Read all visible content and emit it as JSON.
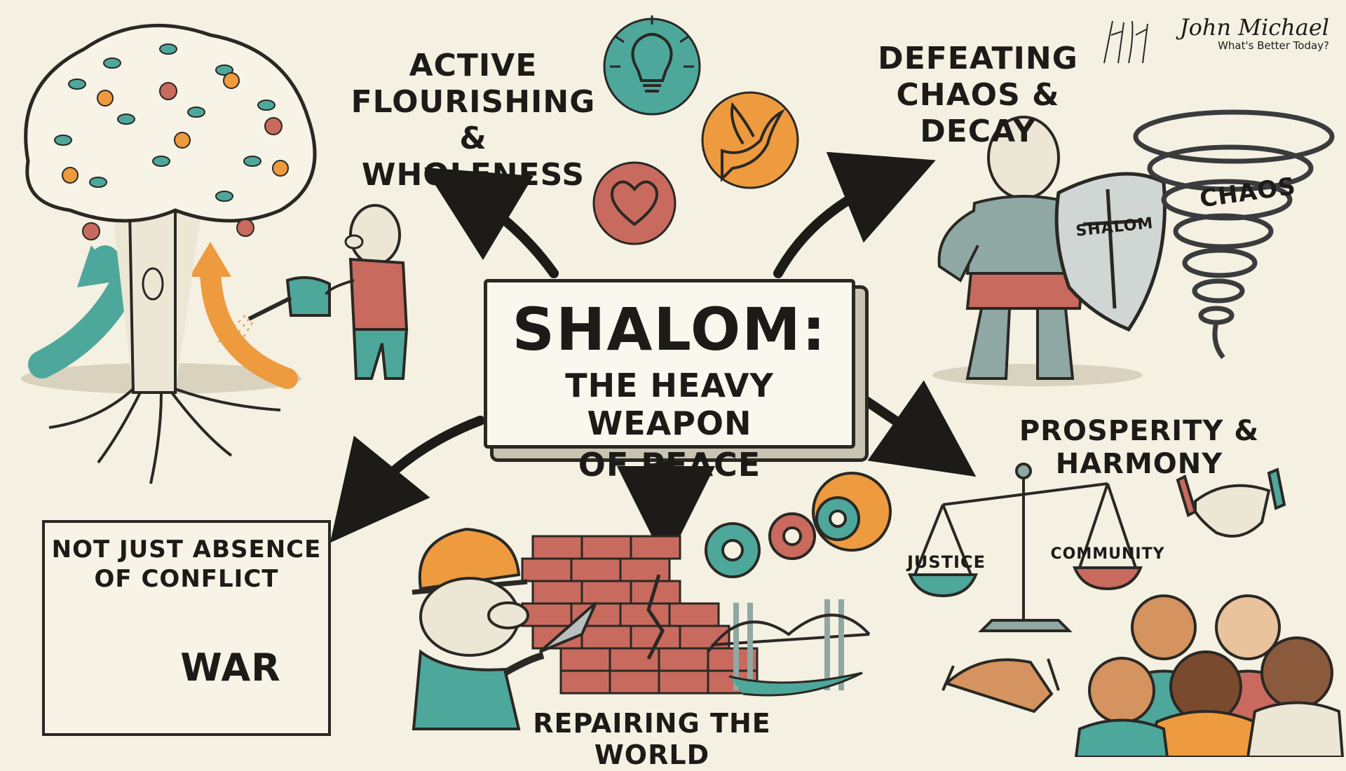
{
  "title": {
    "main": "SHALOM:",
    "sub_line1": "THE HEAVY WEAPON",
    "sub_line2": "OF PEACE"
  },
  "branches": {
    "flourishing": {
      "line1": "ACTIVE",
      "line2": "FLOURISHING",
      "line3": "& WHOLENESS"
    },
    "chaos": {
      "line1": "DEFEATING",
      "line2": "CHAOS & DECAY",
      "tornado_label": "CHAOS",
      "shield_label": "SHALOM"
    },
    "prosperity": {
      "label": "PROSPERITY & HARMONY",
      "scale_left": "JUSTICE",
      "scale_right": "COMMUNITY"
    },
    "repair": {
      "label": "REPAIRING THE WORLD"
    },
    "not_conflict": {
      "line1": "NOT JUST ABSENCE",
      "line2": "OF CONFLICT",
      "crossed_word": "WAR"
    }
  },
  "brand": {
    "name": "John Michael",
    "tagline": "What's Better Today?"
  },
  "icons": [
    "lightbulb-icon",
    "dove-icon",
    "heart-icon"
  ],
  "colors": {
    "teal": "#4ea79b",
    "orange": "#ee9a3f",
    "rose": "#c96a5e",
    "ink": "#1d1b18",
    "paper": "#f4f0e2"
  }
}
